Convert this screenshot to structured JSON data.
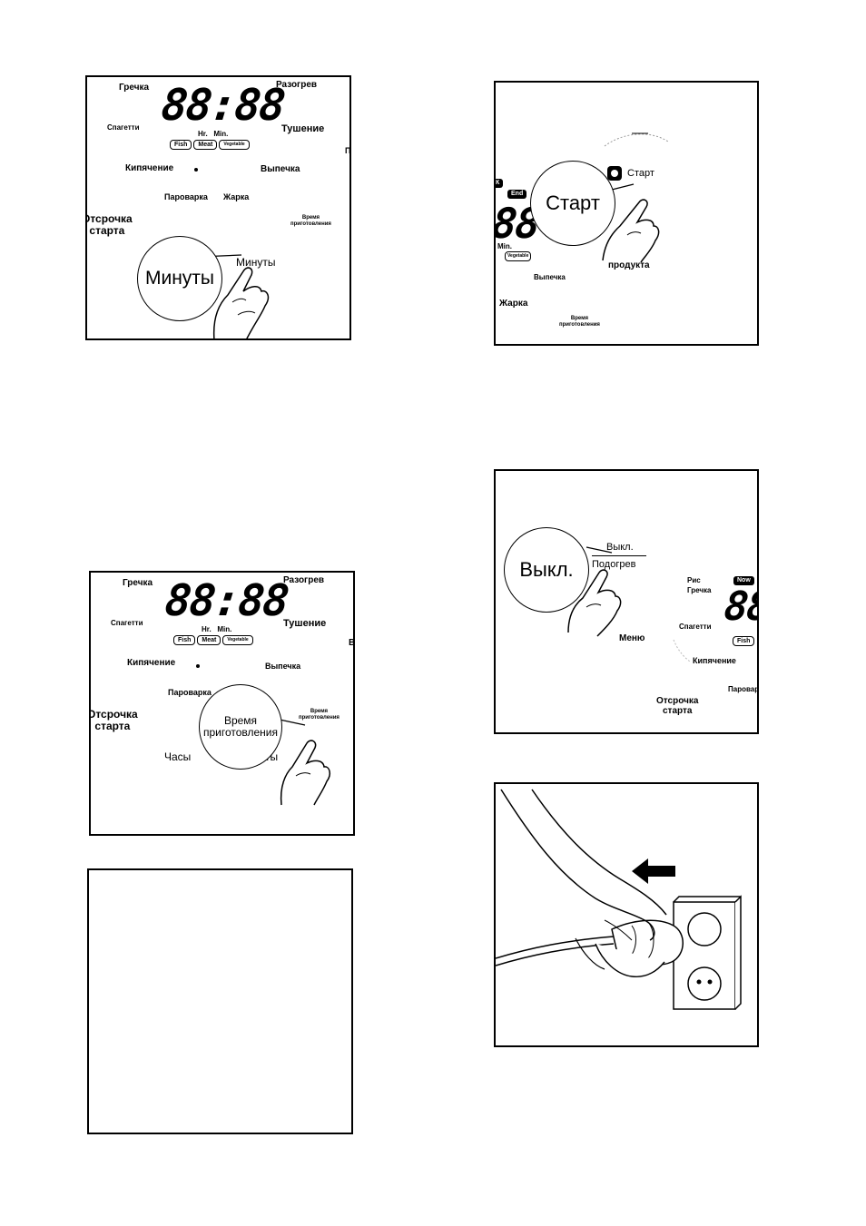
{
  "panel1": {
    "display": "88:88",
    "units": "Hr.   Min.",
    "pills": [
      "Fish",
      "Meat",
      "Vegetable"
    ],
    "labels": {
      "buckwheat": "Гречка",
      "reheat": "Разогрев",
      "spaghetti": "Спагетти",
      "stew": "Тушение",
      "boil": "Кипячение",
      "bake": "Выпечка",
      "steam": "Пароварка",
      "fry": "Жарка",
      "delay": "Отсрочка\nстарта",
      "cook_time": "Время\nприготовления",
      "minutes": "Минуты",
      "edge": "П"
    },
    "bubble": "Минуты"
  },
  "panel2": {
    "display": "88",
    "badge_end": "End",
    "badge_k": "К",
    "units": "Min.",
    "pill": "Vegetable",
    "labels": {
      "start": "Старт",
      "product": "продукта",
      "product_partial": "р",
      "bake": "Выпечка",
      "fry": "Жарка",
      "cook_time": "Время\nприготовления"
    },
    "bubble": "Старт"
  },
  "panel3": {
    "display": "88:88",
    "units": "Hr.   Min.",
    "pills": [
      "Fish",
      "Meat",
      "Vegetable"
    ],
    "labels": {
      "buckwheat": "Гречка",
      "reheat": "Разогрев",
      "spaghetti": "Спагетти",
      "stew": "Тушение",
      "boil": "Кипячение",
      "bake": "Выпечка",
      "steam": "Пароварка",
      "delay": "Отсрочка\nстарта",
      "cook_time": "Время\nприготовления",
      "hours": "Часы",
      "minutes_partial": "уты",
      "edge": "В"
    },
    "bubble": "Время\nприготовления"
  },
  "panel4": {
    "display": "88",
    "badge_now": "Now",
    "pill": "Fish",
    "labels": {
      "off": "Выкл.",
      "warm": "Подогрев",
      "rice": "Рис",
      "buckwheat": "Гречка",
      "spaghetti": "Спагетти",
      "menu": "Меню",
      "boil": "Кипячение",
      "steam_partial": "Паровар",
      "delay": "Отсрочка\nстарта"
    },
    "bubble": "Выкл."
  }
}
